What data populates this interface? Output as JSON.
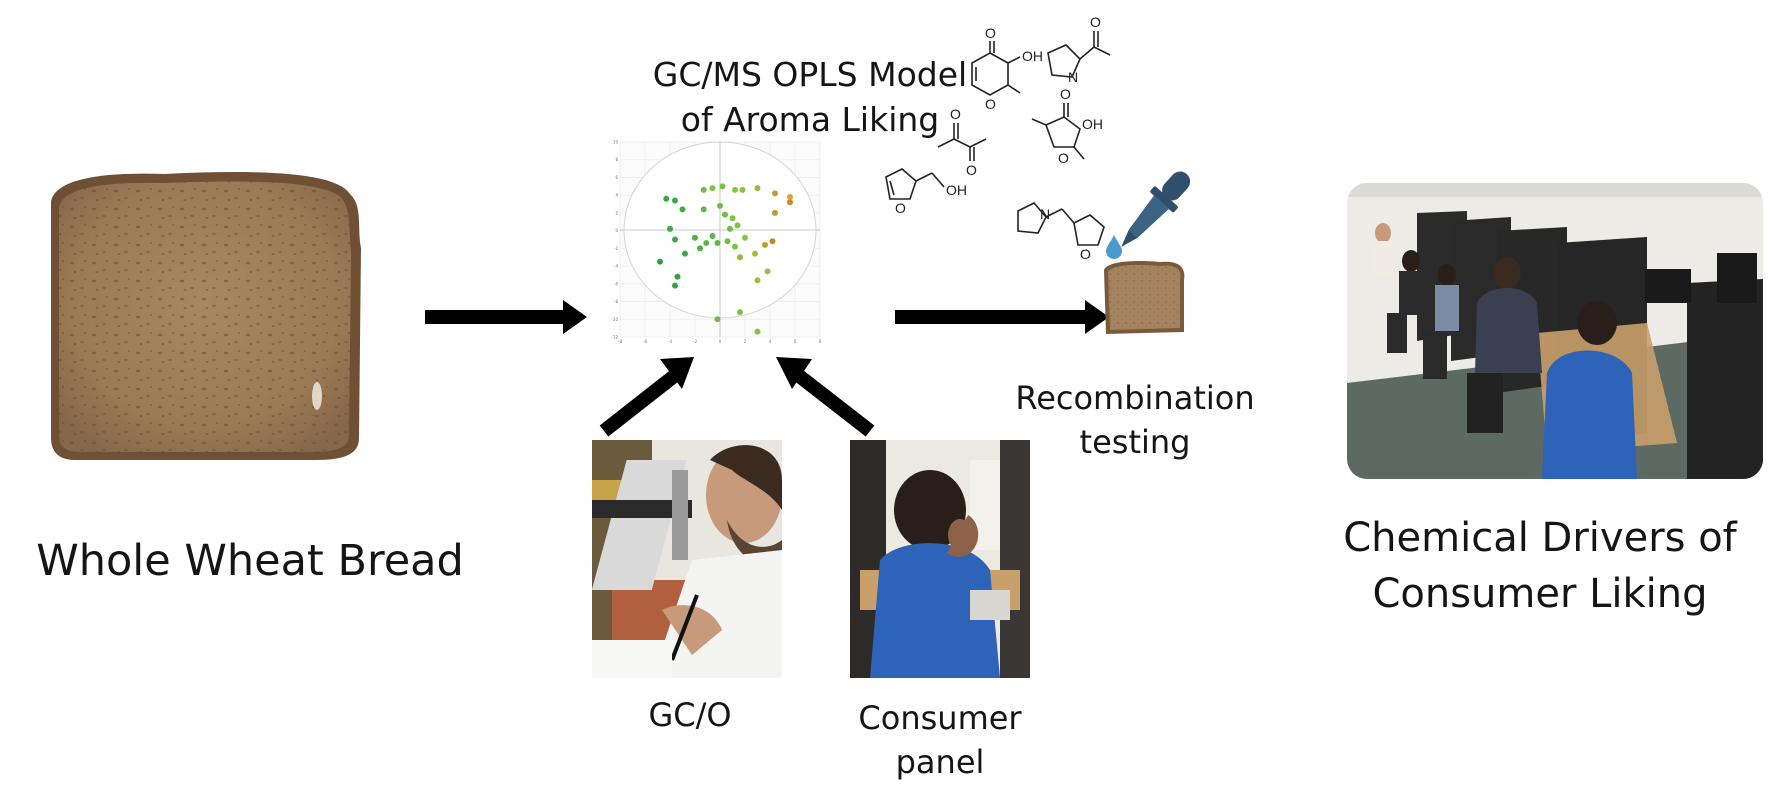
{
  "labels": {
    "bread": "Whole Wheat Bread",
    "model_line1": "GC/MS OPLS Model",
    "model_line2": "of Aroma Liking",
    "recomb_line1": "Recombination",
    "recomb_line2": "testing",
    "gco": "GC/O",
    "panel_line1": "Consumer",
    "panel_line2": "panel",
    "drivers_line1": "Chemical Drivers of",
    "drivers_line2": "Consumer Liking"
  },
  "molecule_labels": {
    "oh": "OH",
    "o": "O",
    "n": "N"
  },
  "chart_data": {
    "type": "scatter",
    "xlim": [
      -8,
      8
    ],
    "ylim": [
      -12,
      10
    ],
    "xticks": [
      "-8",
      "-6",
      "-4",
      "-2",
      "0",
      "2",
      "4",
      "6",
      "8"
    ],
    "yticks": [
      "10",
      "8",
      "6",
      "4",
      "2",
      "0",
      "-2",
      "-4",
      "-6",
      "-8",
      "-10",
      "-12"
    ],
    "grid": true,
    "points": [
      {
        "x": -4.3,
        "y": 3.6,
        "c": "#3aa845"
      },
      {
        "x": -3.6,
        "y": 3.4,
        "c": "#3aa845"
      },
      {
        "x": -3.0,
        "y": 2.4,
        "c": "#41ad48"
      },
      {
        "x": -4.0,
        "y": 0.2,
        "c": "#3aa845"
      },
      {
        "x": -3.6,
        "y": -1.0,
        "c": "#3aa845"
      },
      {
        "x": -4.8,
        "y": -3.5,
        "c": "#2fa044"
      },
      {
        "x": -2.8,
        "y": -2.6,
        "c": "#3aa845"
      },
      {
        "x": -3.4,
        "y": -5.2,
        "c": "#32a344"
      },
      {
        "x": -3.6,
        "y": -6.2,
        "c": "#32a344"
      },
      {
        "x": -2.0,
        "y": -0.8,
        "c": "#4ab04a"
      },
      {
        "x": -1.3,
        "y": 4.6,
        "c": "#6fbd44"
      },
      {
        "x": -0.6,
        "y": 4.8,
        "c": "#7cc243"
      },
      {
        "x": 0.2,
        "y": 5.0,
        "c": "#7cc243"
      },
      {
        "x": 1.2,
        "y": 4.6,
        "c": "#86c541"
      },
      {
        "x": 1.8,
        "y": 4.6,
        "c": "#86c541"
      },
      {
        "x": 3.0,
        "y": 4.8,
        "c": "#8fbf3a"
      },
      {
        "x": -1.3,
        "y": 2.4,
        "c": "#5bb847"
      },
      {
        "x": 0.0,
        "y": 2.8,
        "c": "#6fbd44"
      },
      {
        "x": 0.4,
        "y": 1.8,
        "c": "#6fbd44"
      },
      {
        "x": 1.0,
        "y": 1.4,
        "c": "#7cc243"
      },
      {
        "x": 1.4,
        "y": 0.6,
        "c": "#7cc243"
      },
      {
        "x": 0.8,
        "y": 0.2,
        "c": "#6fbd44"
      },
      {
        "x": -0.6,
        "y": -0.6,
        "c": "#5bb847"
      },
      {
        "x": -1.1,
        "y": -1.4,
        "c": "#5bb847"
      },
      {
        "x": -1.6,
        "y": -2.0,
        "c": "#4ab04a"
      },
      {
        "x": -0.2,
        "y": -1.4,
        "c": "#5bb847"
      },
      {
        "x": 0.6,
        "y": -1.2,
        "c": "#6fbd44"
      },
      {
        "x": 1.2,
        "y": -1.8,
        "c": "#7cc243"
      },
      {
        "x": 2.0,
        "y": -0.8,
        "c": "#86c541"
      },
      {
        "x": 1.6,
        "y": -3.0,
        "c": "#8fbf3a"
      },
      {
        "x": 2.8,
        "y": -2.6,
        "c": "#a7b93a"
      },
      {
        "x": 3.6,
        "y": -1.6,
        "c": "#c09a2e"
      },
      {
        "x": 4.2,
        "y": -1.2,
        "c": "#c08a2a"
      },
      {
        "x": 4.4,
        "y": 2.0,
        "c": "#c09a2e"
      },
      {
        "x": 5.6,
        "y": 3.2,
        "c": "#cc8a2c"
      },
      {
        "x": 5.6,
        "y": 3.8,
        "c": "#d9a42f"
      },
      {
        "x": 4.4,
        "y": 4.2,
        "c": "#c59a33"
      },
      {
        "x": 3.8,
        "y": -4.6,
        "c": "#b3b536"
      },
      {
        "x": 3.0,
        "y": -5.6,
        "c": "#a9b838"
      },
      {
        "x": 1.6,
        "y": -9.2,
        "c": "#7cc243"
      },
      {
        "x": -0.2,
        "y": -10.0,
        "c": "#6fbd44"
      },
      {
        "x": 3.0,
        "y": -11.4,
        "c": "#86c541"
      }
    ]
  },
  "colors": {
    "arrow": "#000000",
    "bread_crust": "#7a5a3c",
    "bread_crumb": "#a4825f",
    "dropper": "#2f4f6c",
    "drop": "#4a9ad0",
    "shirt_blue": "#2d63b8"
  }
}
